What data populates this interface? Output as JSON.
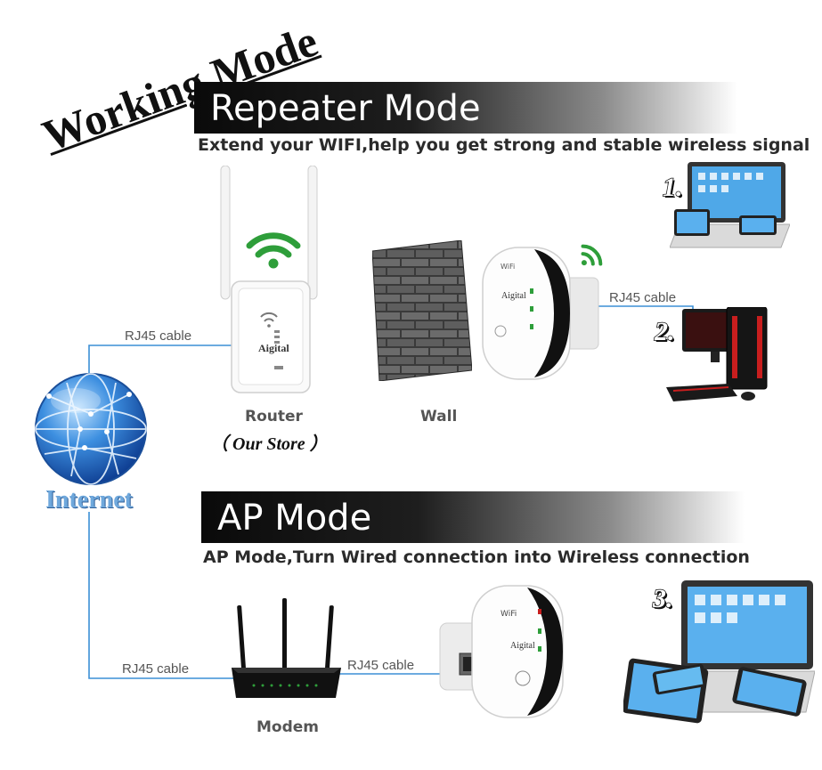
{
  "title": "Working Mode",
  "repeater": {
    "banner": "Repeater Mode",
    "subtitle": "Extend your WIFI,help you get strong and stable wireless signal",
    "router_caption": "Router",
    "router_sub": "（ Our Store ）",
    "wall_caption": "Wall",
    "brand": "Aigital",
    "cable_left": "RJ45 cable",
    "cable_right": "RJ45 cable",
    "num1": "1.",
    "num2": "2."
  },
  "internet_label": "Internet",
  "ap": {
    "banner": "AP Mode",
    "subtitle": "AP Mode,Turn Wired connection into Wireless connection",
    "modem_caption": "Modem",
    "cable_left": "RJ45 cable",
    "cable_right": "RJ45 cable",
    "brand": "Aigital",
    "num3": "3."
  },
  "colors": {
    "wifi_green": "#2e9e3a",
    "cable_blue": "#3b8fd6",
    "globe_blue": "#2f7fd8"
  }
}
